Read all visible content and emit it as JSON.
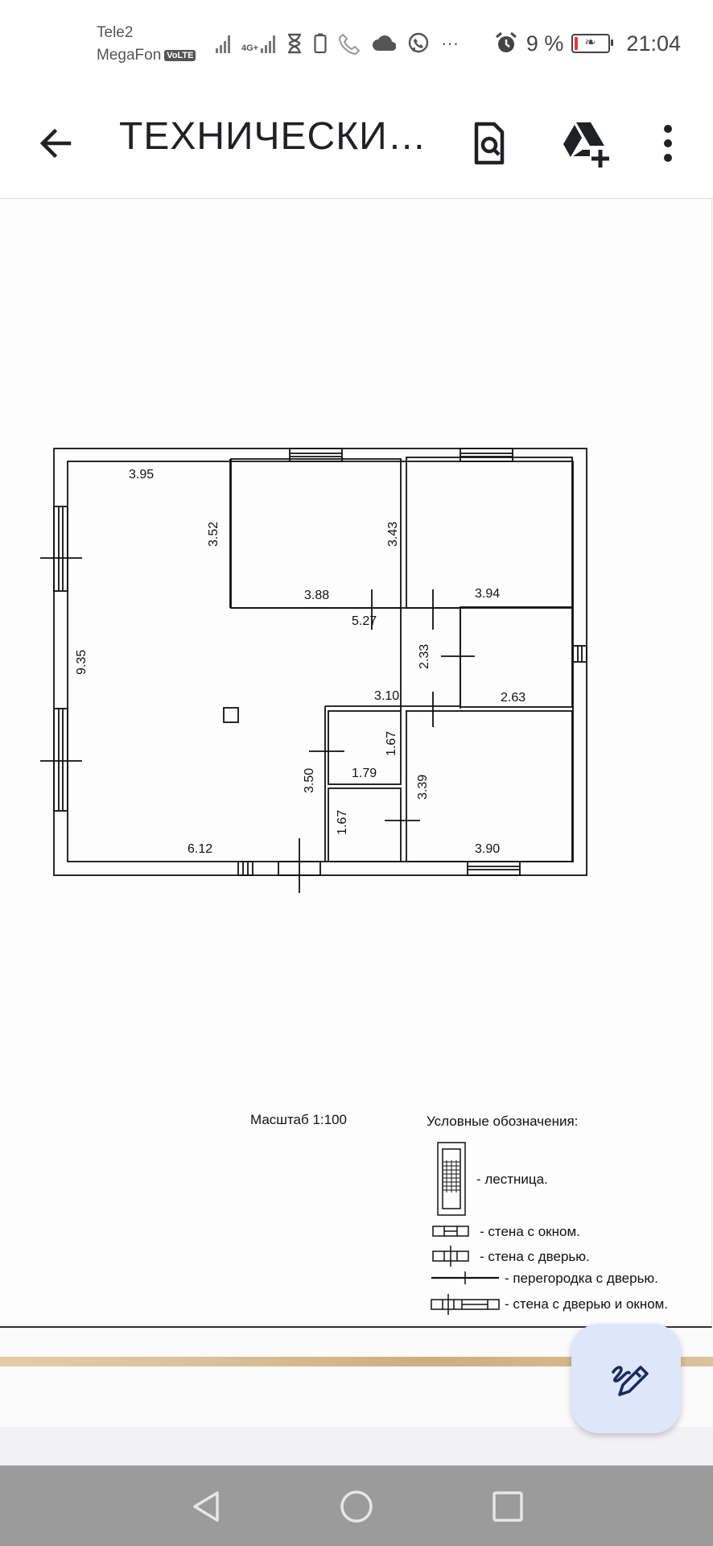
{
  "status_bar": {
    "carrier_1": "Tele2",
    "carrier_2": "MegaFon",
    "volte": "VoLTE",
    "network": "4G+",
    "battery": "9 %",
    "battery_level": 0.09,
    "time": "21:04",
    "more": "···",
    "icons": [
      "signal-icon",
      "signal-4g-icon",
      "hourglass-icon",
      "phone-battery-icon",
      "call-icon",
      "cloud-icon",
      "viber-icon",
      "alarm-icon",
      "battery-icon"
    ]
  },
  "toolbar": {
    "title": "ТЕХНИЧЕСКИЙ...",
    "icons": [
      "back-arrow-icon",
      "search-document-icon",
      "drive-add-icon",
      "more-vert-icon"
    ]
  },
  "plan": {
    "dimensions": [
      "3.95",
      "3.52",
      "3.43",
      "3.88",
      "3.94",
      "5.27",
      "9.35",
      "2.33",
      "3.10",
      "2.63",
      "1.67",
      "1.79",
      "3.50",
      "3.39",
      "1.67",
      "6.12",
      "3.90"
    ],
    "scale": "Масштаб 1:100",
    "legend_title": "Условные обозначения:",
    "legend": [
      "- лестница.",
      "- стена с окном.",
      "- стена с дверью.",
      "- перегородка с дверью.",
      "- стена с дверью и окном."
    ]
  },
  "fab": {
    "icon": "edit-pen-icon"
  },
  "nav": {
    "icons": [
      "nav-back-icon",
      "nav-home-icon",
      "nav-recent-icon"
    ]
  }
}
